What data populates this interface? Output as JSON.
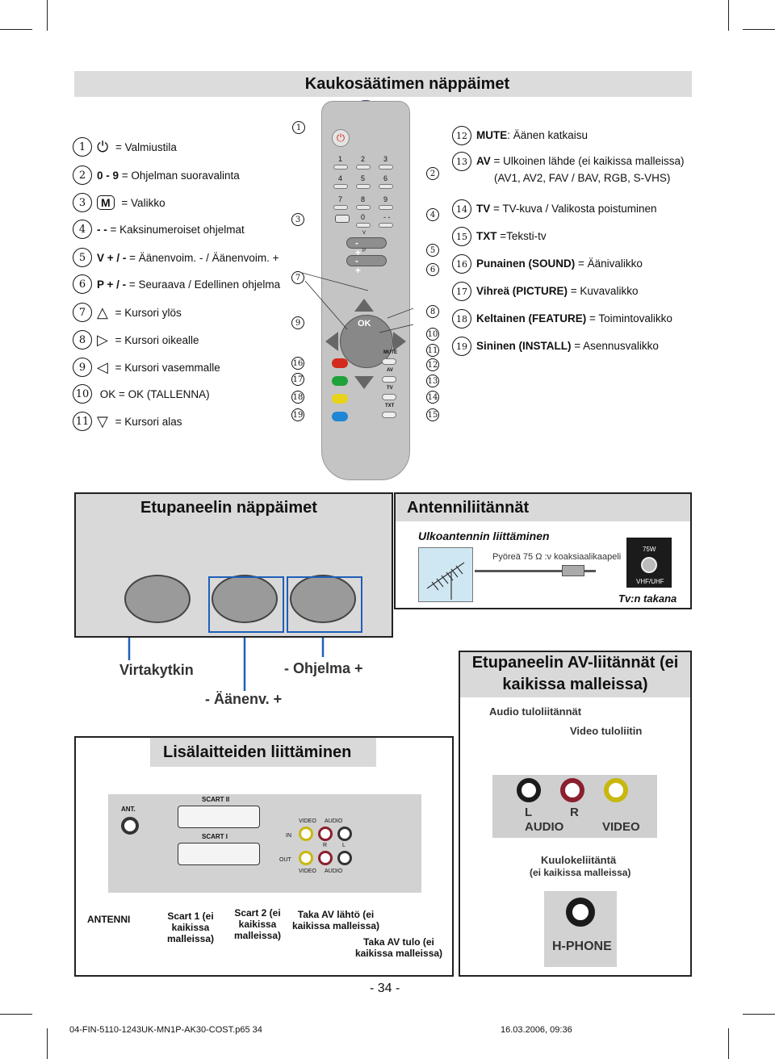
{
  "title": "Kaukosäätimen näppäimet",
  "left_items": [
    {
      "n": "1",
      "icon": "power-icon",
      "bold": "",
      "text": "= Valmiustila"
    },
    {
      "n": "2",
      "icon": "",
      "bold": "0 - 9",
      "text": " = Ohjelman suoravalinta"
    },
    {
      "n": "3",
      "icon": "menu-m-icon",
      "bold": "",
      "text": "= Valikko"
    },
    {
      "n": "4",
      "icon": "",
      "bold": "- -",
      "text": " = Kaksinumeroiset ohjelmat"
    },
    {
      "n": "5",
      "icon": "",
      "bold": "V + / -",
      "text": " = Äänenvoim. - / Äänenvoim. +"
    },
    {
      "n": "6",
      "icon": "",
      "bold": "P + / -",
      "text": " = Seuraava / Edellinen ohjelma"
    },
    {
      "n": "7",
      "icon": "triangle-up-icon",
      "bold": "",
      "text": "= Kursori ylös"
    },
    {
      "n": "8",
      "icon": "triangle-right-icon",
      "bold": "",
      "text": "= Kursori oikealle"
    },
    {
      "n": "9",
      "icon": "triangle-left-icon",
      "bold": "",
      "text": "= Kursori vasemmalle"
    },
    {
      "n": "10",
      "icon": "",
      "bold": "",
      "text": "OK = OK (TALLENNA)"
    },
    {
      "n": "11",
      "icon": "triangle-down-icon",
      "bold": "",
      "text": "= Kursori alas"
    }
  ],
  "right_items": [
    {
      "n": "12",
      "bold": "MUTE",
      "text": ": Äänen katkaisu",
      "line2": ""
    },
    {
      "n": "13",
      "bold": "AV",
      "text": " = Ulkoinen lähde (ei kaikissa malleissa)",
      "line2": "(AV1, AV2, FAV / BAV, RGB, S-VHS)"
    },
    {
      "n": "14",
      "bold": "TV",
      "text": " = TV-kuva / Valikosta poistuminen",
      "line2": ""
    },
    {
      "n": "15",
      "bold": "TXT",
      "text": " =Teksti-tv",
      "line2": ""
    },
    {
      "n": "16",
      "bold": "Punainen (SOUND)",
      "text": " = Äänivalikko",
      "line2": ""
    },
    {
      "n": "17",
      "bold": "Vihreä (PICTURE)",
      "text": " = Kuvavalikko",
      "line2": ""
    },
    {
      "n": "18",
      "bold": "Keltainen (FEATURE)",
      "text": " = Toimintovalikko",
      "line2": ""
    },
    {
      "n": "19",
      "bold": "Sininen (INSTALL)",
      "text": " = Asennusvalikko",
      "line2": ""
    }
  ],
  "remote": {
    "keys": [
      "1",
      "2",
      "3",
      "4",
      "5",
      "6",
      "7",
      "8",
      "9",
      "0",
      "- -"
    ],
    "v": "V",
    "p": "P",
    "ok": "OK",
    "mute": "MUTE",
    "av": "AV",
    "tv": "TV",
    "txt": "TXT",
    "colors": {
      "red": "#d42a1e",
      "green": "#1ea23a",
      "yellow": "#e8d21a",
      "blue": "#1f86d6"
    }
  },
  "front_panel": {
    "title": "Etupaneelin näppäimet",
    "power": "Virtakytkin",
    "program": "- Ohjelma +",
    "volume": "- Äänenv. +"
  },
  "antenna": {
    "title": "Antenniliitännät",
    "subtitle": "Ulkoantennin liittäminen",
    "cable": "Pyöreä 75 Ω :ν koaksiaalikaapeli",
    "ohm": "75W",
    "band": "VHF/UHF",
    "back": "Tv:n takana"
  },
  "front_av": {
    "title": "Etupaneelin AV-liitännät (ei kaikissa malleissa)",
    "audio_in": "Audio tuloliitännät",
    "video_in": "Video tuloliitin",
    "l": "L",
    "r": "R",
    "audio": "AUDIO",
    "video": "VIDEO",
    "headphone": "Kuulokeliitäntä",
    "headphone_note": "(ei kaikissa malleissa)",
    "hphone": "H-PHONE"
  },
  "peripherals": {
    "title": "Lisälaitteiden liittäminen",
    "ant": "ANT.",
    "scart2": "SCART II",
    "scart1": "SCART I",
    "in": "IN",
    "out": "OUT",
    "video": "VIDEO",
    "audio": "AUDIO",
    "r": "R",
    "l": "L",
    "labels": [
      "ANTENNI",
      "Scart 1 (ei kaikissa malleissa)",
      "Scart 2 (ei kaikissa malleissa)",
      "Taka AV lähtö (ei kaikissa malleissa)",
      "Taka AV tulo (ei kaikissa malleissa)"
    ]
  },
  "page_number": "- 34 -",
  "footer_file": "04-FIN-5110-1243UK-MN1P-AK30-COST.p65   34",
  "footer_date": "16.03.2006, 09:36"
}
